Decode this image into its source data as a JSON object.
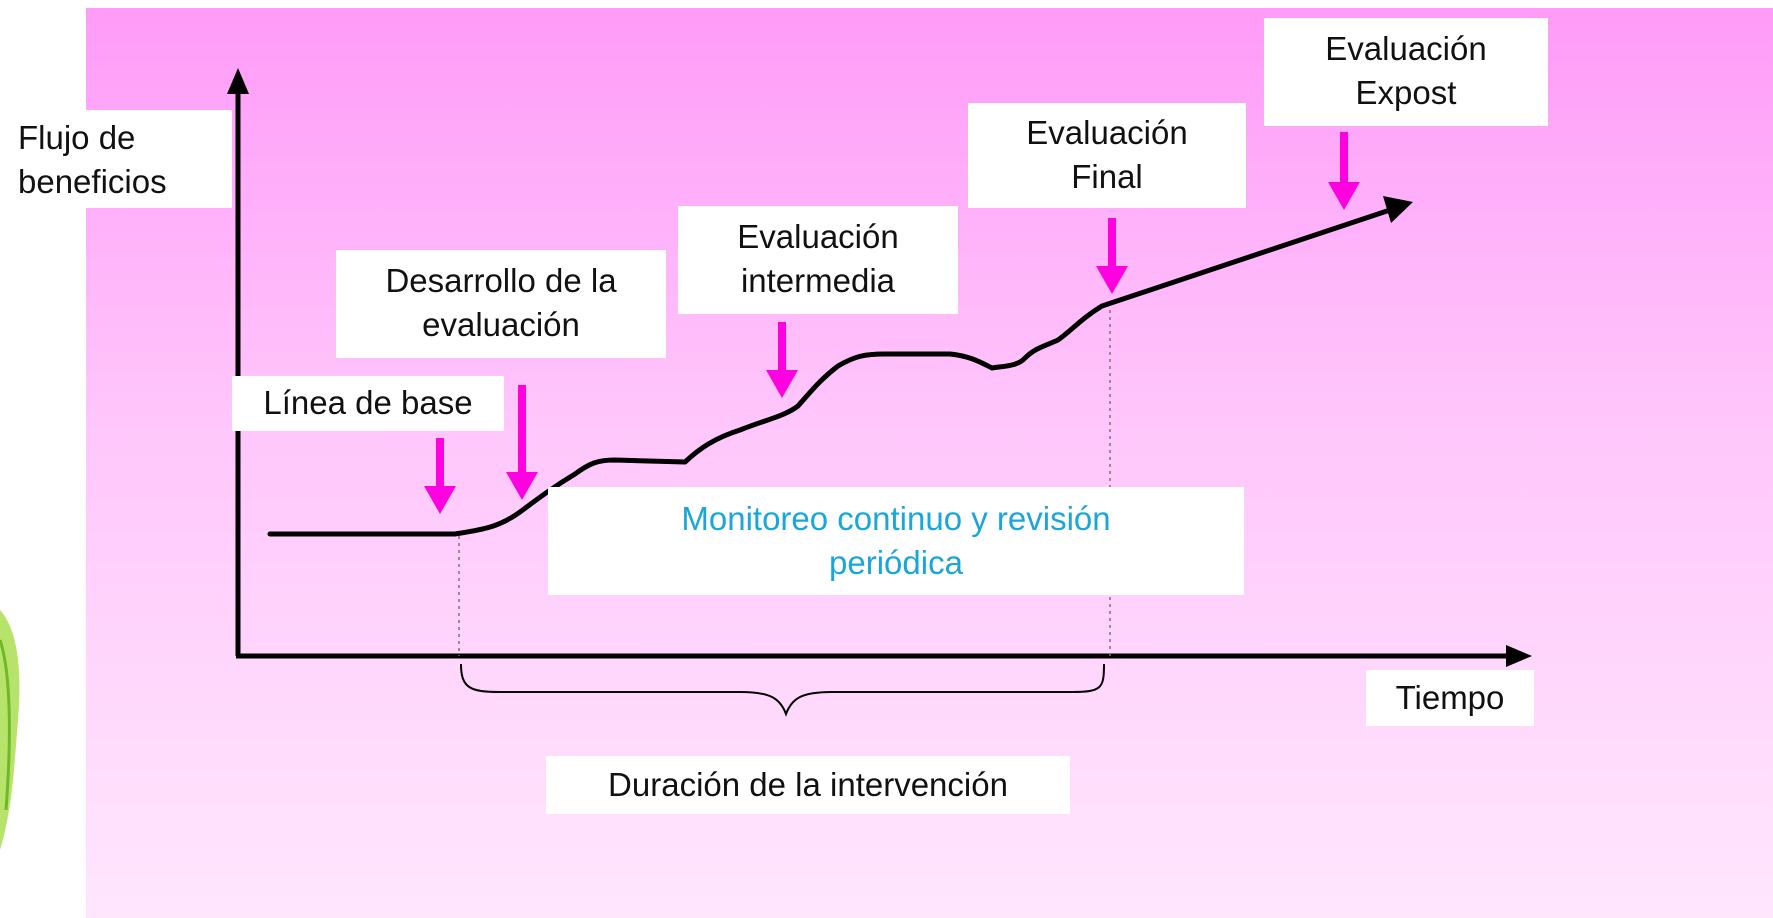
{
  "diagram": {
    "y_axis_label": [
      "Flujo de",
      "beneficios"
    ],
    "x_axis_label": "Tiempo",
    "stages": {
      "linea_base": [
        "Línea de base"
      ],
      "desarrollo": [
        "Desarrollo de la",
        "evaluación"
      ],
      "intermedia": [
        "Evaluación",
        "intermedia"
      ],
      "final": [
        "Evaluación",
        "Final"
      ],
      "expost": [
        "Evaluación",
        "Expost"
      ]
    },
    "monitoring": [
      "Monitoreo continuo y revisión",
      "periódica"
    ],
    "duration": "Duración de la intervención"
  },
  "colors": {
    "background_top": "#ff9bf8",
    "background_bottom": "#ffe6fd",
    "arrow_marker": "#ff00e0",
    "curve": "#000000",
    "monitoring_text": "#1aa6d9"
  }
}
